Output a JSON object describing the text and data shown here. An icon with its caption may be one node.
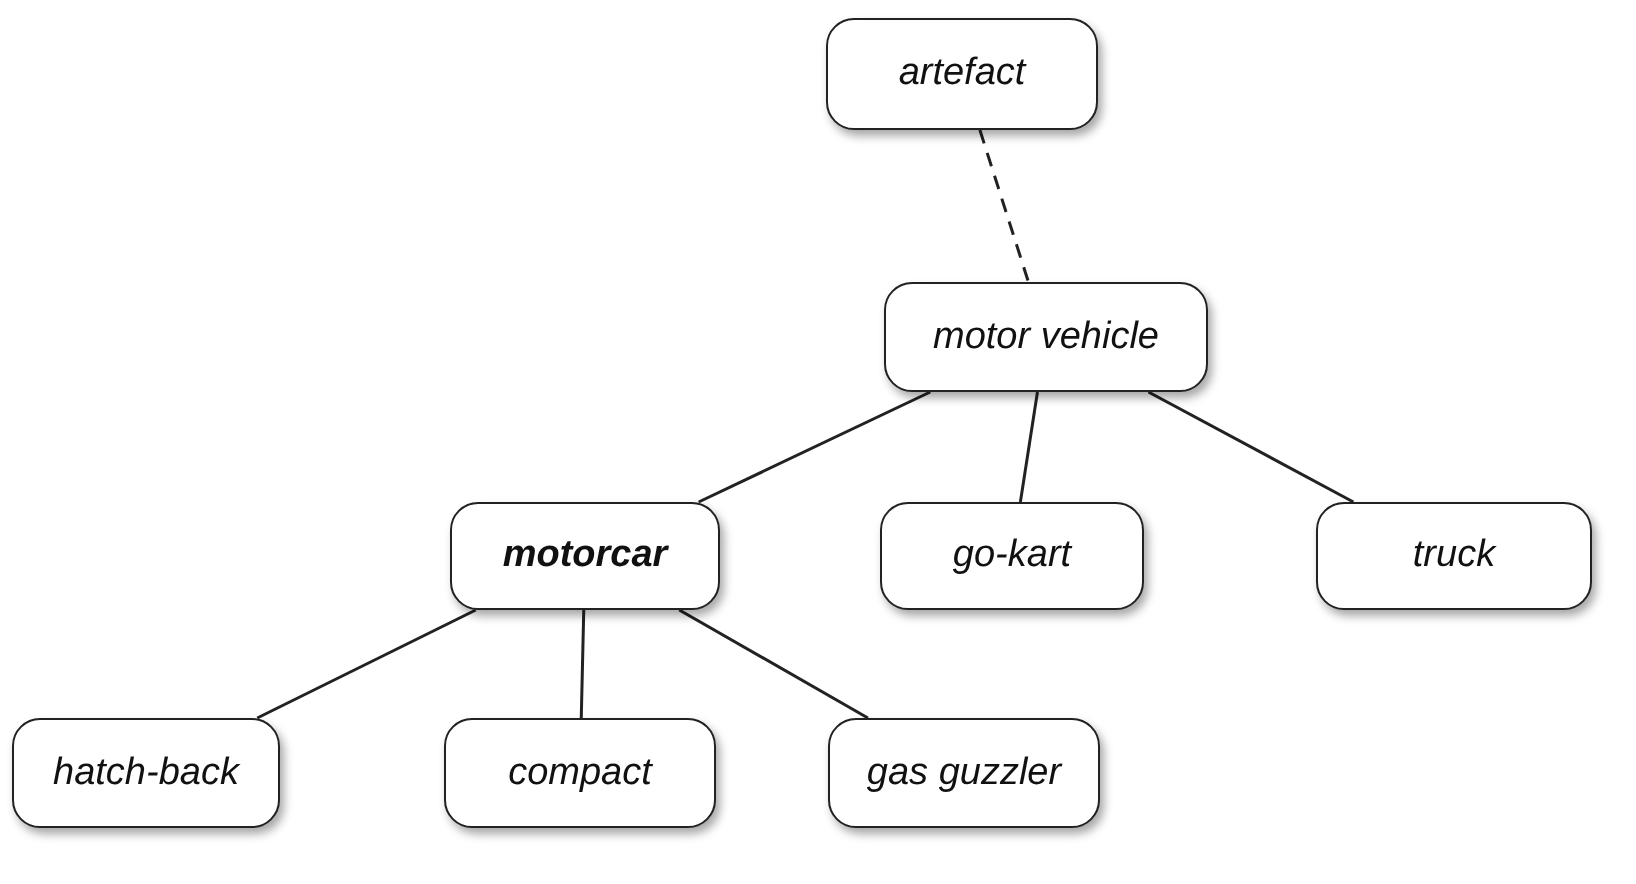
{
  "diagram": {
    "nodes": [
      {
        "text": [
          "artefact"
        ]
      },
      {
        "text": [
          "motor vehicle"
        ]
      },
      {
        "text": [
          "**motorcar**"
        ]
      },
      {
        "text": [
          "go-kart"
        ]
      },
      {
        "text": [
          "truck"
        ]
      },
      {
        "text": [
          "hatch-back"
        ]
      },
      {
        "text": [
          "compact"
        ]
      },
      {
        "text": [
          "gas guzzler"
        ]
      }
    ],
    "edges": [
      {
        "from": 0,
        "to": 1,
        "arrow": "none",
        "style": "dashed"
      },
      {
        "from": 1,
        "to": 2,
        "arrow": "none"
      },
      {
        "from": 1,
        "to": 3,
        "arrow": "none"
      },
      {
        "from": 1,
        "to": 4,
        "arrow": "none"
      },
      {
        "from": 2,
        "to": 5,
        "arrow": "none"
      },
      {
        "from": 2,
        "to": 6,
        "arrow": "none"
      },
      {
        "from": 2,
        "to": 7,
        "arrow": "none"
      }
    ]
  }
}
